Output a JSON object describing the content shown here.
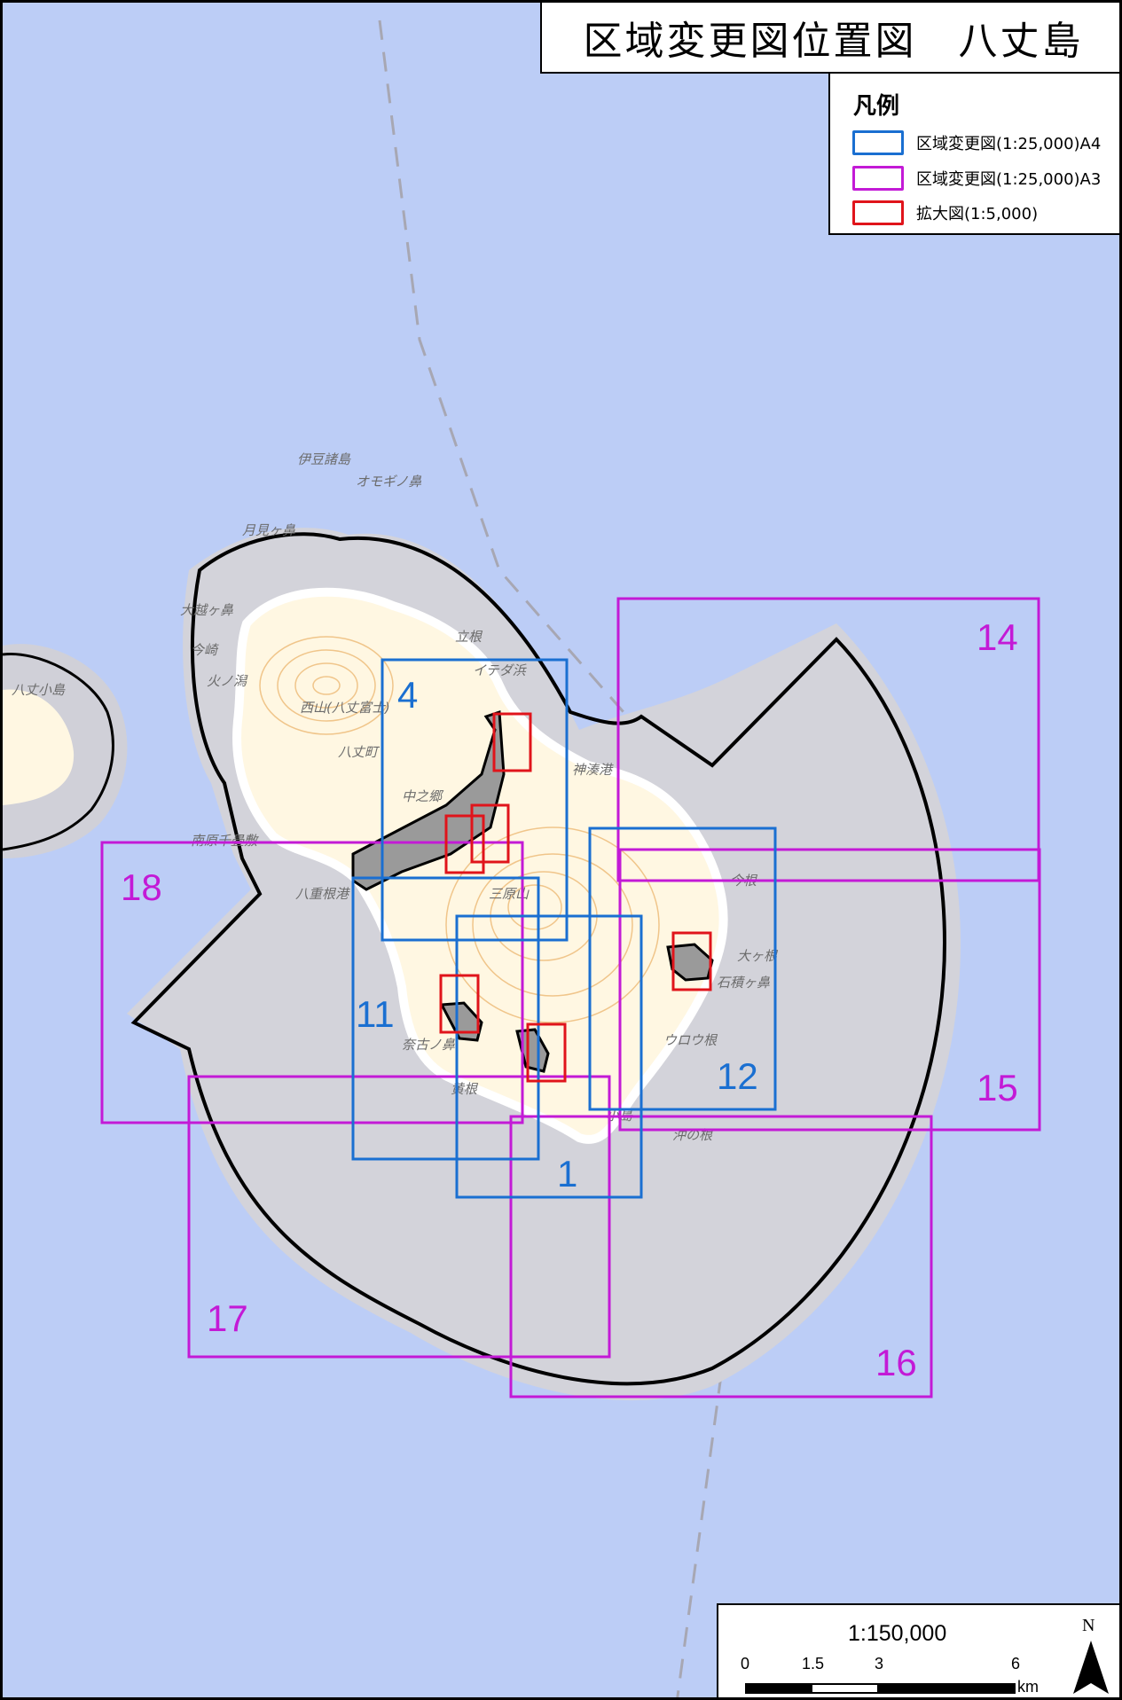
{
  "title": "区域変更図位置図　八丈島",
  "legend": {
    "title": "凡例",
    "items": [
      {
        "label": "区域変更図(1:25,000)A4",
        "color": "#1a6fd1"
      },
      {
        "label": "区域変更図(1:25,000)A3",
        "color": "#c31ad6"
      },
      {
        "label": "拡大図(1:5,000)",
        "color": "#e0141b"
      }
    ]
  },
  "scale": {
    "ratio": "1:150,000",
    "ticks": [
      "0",
      "1.5",
      "3",
      "6"
    ],
    "unit": "km",
    "north": "N"
  },
  "sheets_a4": [
    "4",
    "11",
    "1",
    "12"
  ],
  "sheets_a3": [
    "14",
    "15",
    "16",
    "17",
    "18"
  ],
  "place_names": [
    "伊豆諸島",
    "オモギノ鼻",
    "月見ヶ鼻",
    "大越ヶ鼻",
    "今崎",
    "火ノ潟",
    "西山(八丈富士)",
    "八丈町",
    "立根",
    "イテダ浜",
    "中之郷",
    "神湊港",
    "八重根港",
    "三原山",
    "南原千畳敷",
    "今根",
    "大ヶ根",
    "石積ヶ鼻",
    "ウロウ根",
    "奈古ノ鼻",
    "沖の根",
    "黄根",
    "小島",
    "八丈小島"
  ]
}
